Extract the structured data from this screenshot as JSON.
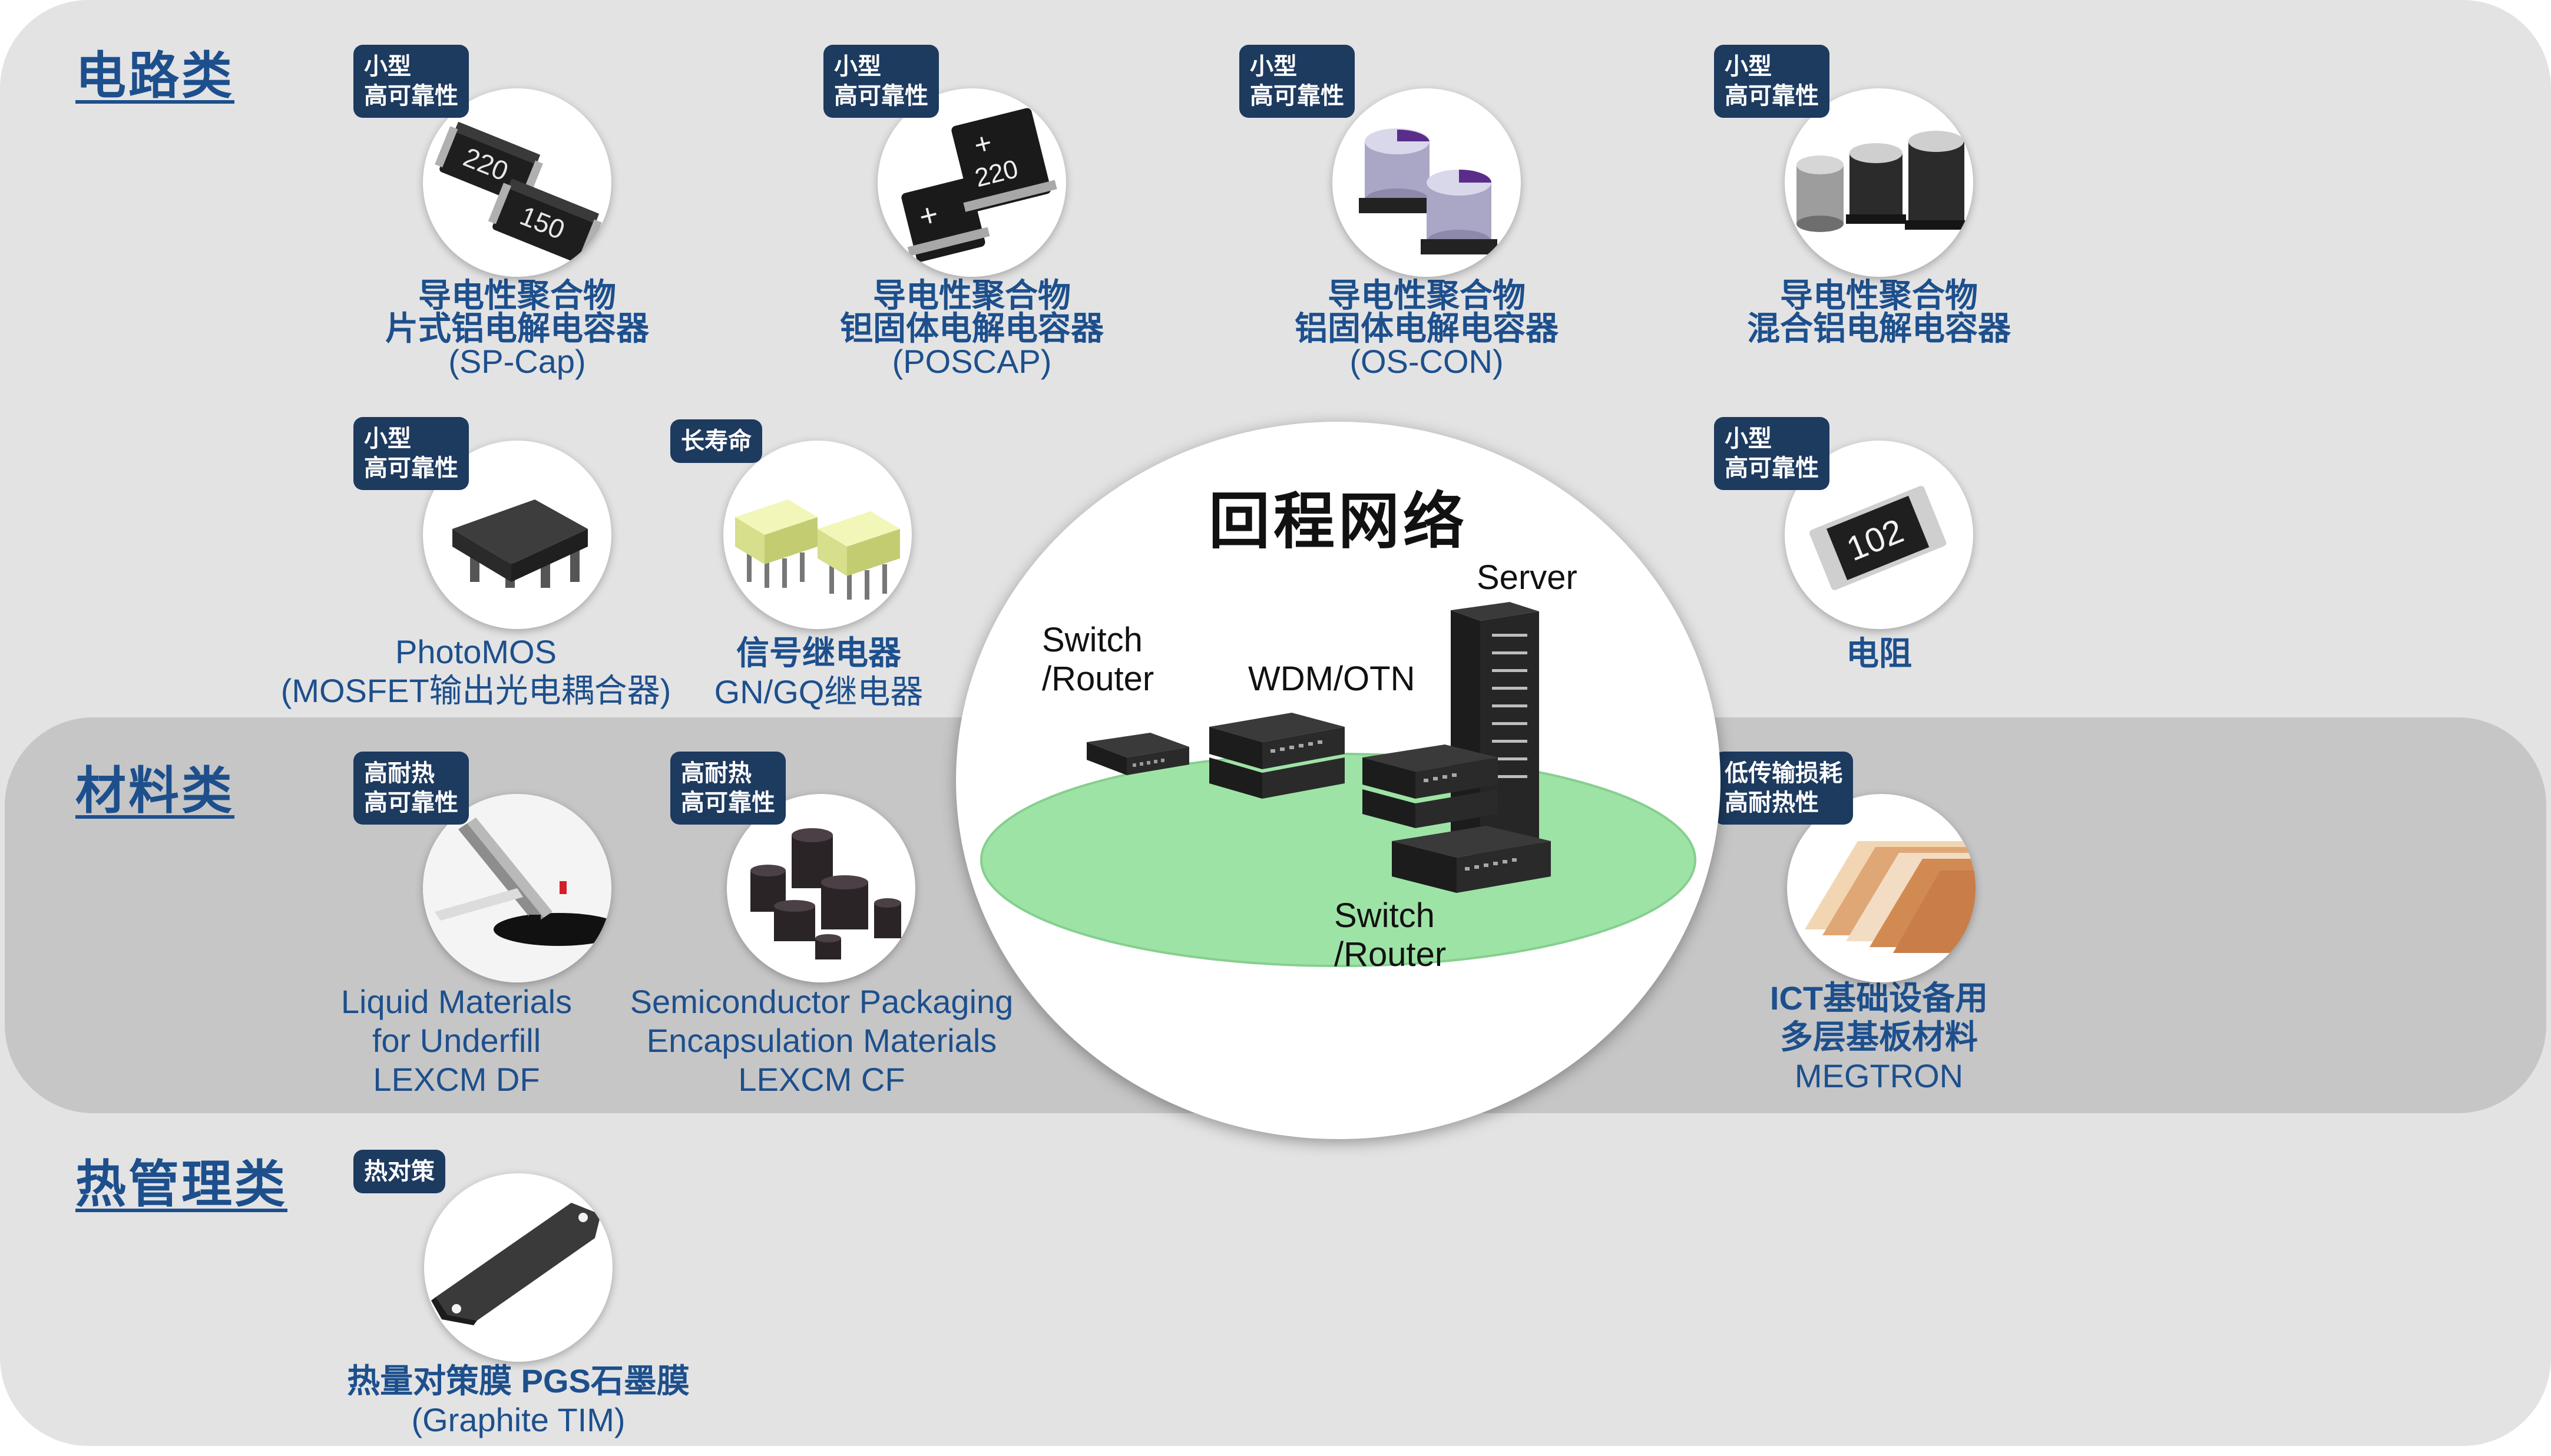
{
  "categories": {
    "circuit": "电路类",
    "material": "材料类",
    "thermal": "热管理类"
  },
  "hub": {
    "title": "回程网络",
    "labels": {
      "switch_left_line1": "Switch",
      "switch_left_line2": "/Router",
      "wdm": "WDM/OTN",
      "server": "Server",
      "switch_bottom_line1": "Switch",
      "switch_bottom_line2": "/Router"
    }
  },
  "products": {
    "sp_cap": {
      "badge": "小型\n高可靠性",
      "line1": "导电性聚合物",
      "line2": "片式铝电解电容器",
      "line3": "(SP-Cap)",
      "icon": "rectangular-capacitor-icon",
      "marks": [
        "220",
        "150"
      ]
    },
    "poscap": {
      "badge": "小型\n高可靠性",
      "line1": "导电性聚合物",
      "line2": "钽固体电解电容器",
      "line3": "(POSCAP)",
      "icon": "tantalum-capacitor-icon",
      "marks": [
        "220"
      ]
    },
    "os_con": {
      "badge": "小型\n高可靠性",
      "line1": "导电性聚合物",
      "line2": "铝固体电解电容器",
      "line3": "(OS-CON)",
      "icon": "can-capacitor-icon"
    },
    "hybrid": {
      "badge": "小型\n高可靠性",
      "line1": "导电性聚合物",
      "line2": "混合铝电解电容器",
      "icon": "hybrid-capacitor-icon"
    },
    "photomos": {
      "badge": "小型\n高可靠性",
      "line1": "PhotoMOS",
      "line2": "(MOSFET输出光电耦合器)",
      "icon": "photomos-chip-icon"
    },
    "relay": {
      "badge": "长寿命",
      "line1": "信号继电器",
      "line2": "GN/GQ继电器",
      "icon": "signal-relay-icon"
    },
    "resistor": {
      "badge": "小型\n高可靠性",
      "line1": "电阻",
      "icon": "chip-resistor-icon",
      "marks": [
        "102"
      ]
    },
    "underfill": {
      "badge": "高耐热\n高可靠性",
      "line1": "Liquid Materials",
      "line2": "for Underfill",
      "line3": "LEXCM DF",
      "icon": "liquid-dispenser-icon"
    },
    "encapsulation": {
      "badge": "高耐热\n高可靠性",
      "line1": "Semiconductor Packaging",
      "line2": "Encapsulation Materials",
      "line3": "LEXCM CF",
      "icon": "encapsulation-pellets-icon"
    },
    "megtron": {
      "badge": "低传输损耗\n高耐热性",
      "line1": "ICT基础设备用",
      "line2": "多层基板材料",
      "line3": "MEGTRON",
      "icon": "laminate-sheets-icon"
    },
    "pgs": {
      "badge": "热对策",
      "line1": "热量对策膜 PGS石墨膜",
      "line2": "(Graphite TIM)",
      "icon": "graphite-sheet-icon"
    }
  },
  "colors": {
    "background": "#e3e3e4",
    "material_band": "#c6c6c7",
    "label_text": "#1d4f8c",
    "badge_bg": "#1d3a5f",
    "hub_floor": "#9ee3a6"
  }
}
